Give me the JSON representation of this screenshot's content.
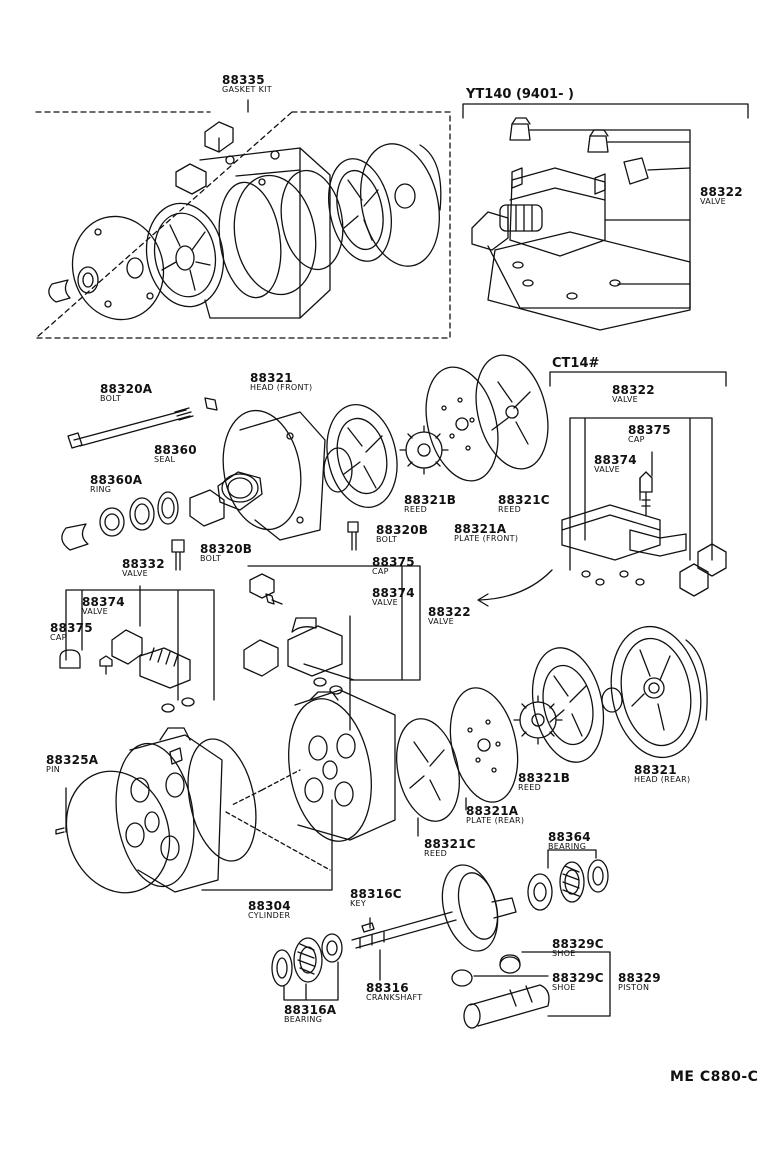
{
  "header": {
    "variant": "YT140 (9401-        )"
  },
  "cluster": {
    "variant": "CT14#"
  },
  "footer": {
    "code": "ME C880-C"
  },
  "labels": [
    {
      "key": "l01",
      "part": "88335",
      "desc": "GASKET KIT"
    },
    {
      "key": "l02",
      "part": "88322",
      "desc": "VALVE"
    },
    {
      "key": "l03",
      "part": "88320A",
      "desc": "BOLT"
    },
    {
      "key": "l04",
      "part": "88321",
      "desc": "HEAD (FRONT)"
    },
    {
      "key": "l05",
      "part": "88360",
      "desc": "SEAL"
    },
    {
      "key": "l06",
      "part": "88360A",
      "desc": "RING"
    },
    {
      "key": "l07",
      "part": "88321B",
      "desc": "REED"
    },
    {
      "key": "l08",
      "part": "88321C",
      "desc": "REED"
    },
    {
      "key": "l09",
      "part": "88321A",
      "desc": "PLATE (FRONT)"
    },
    {
      "key": "l10",
      "part": "88320B",
      "desc": "BOLT"
    },
    {
      "key": "l11",
      "part": "88320B",
      "desc": "BOLT"
    },
    {
      "key": "l12",
      "part": "88322",
      "desc": "VALVE"
    },
    {
      "key": "l13",
      "part": "88375",
      "desc": "CAP"
    },
    {
      "key": "l14",
      "part": "88374",
      "desc": "VALVE"
    },
    {
      "key": "l15",
      "part": "88332",
      "desc": "VALVE"
    },
    {
      "key": "l16",
      "part": "88375",
      "desc": "CAP"
    },
    {
      "key": "l17",
      "part": "88374",
      "desc": "VALVE"
    },
    {
      "key": "l18",
      "part": "88322",
      "desc": "VALVE"
    },
    {
      "key": "l19",
      "part": "88374",
      "desc": "VALVE"
    },
    {
      "key": "l20",
      "part": "88375",
      "desc": "CAP"
    },
    {
      "key": "l21",
      "part": "88325A",
      "desc": "PIN"
    },
    {
      "key": "l22",
      "part": "88321B",
      "desc": "REED"
    },
    {
      "key": "l23",
      "part": "88321",
      "desc": "HEAD (REAR)"
    },
    {
      "key": "l24",
      "part": "88321A",
      "desc": "PLATE (REAR)"
    },
    {
      "key": "l25",
      "part": "88321C",
      "desc": "REED"
    },
    {
      "key": "l26",
      "part": "88364",
      "desc": "BEARING"
    },
    {
      "key": "l27",
      "part": "88304",
      "desc": "CYLINDER"
    },
    {
      "key": "l28",
      "part": "88316C",
      "desc": "KEY"
    },
    {
      "key": "l29",
      "part": "88329C",
      "desc": "SHOE"
    },
    {
      "key": "l30",
      "part": "88329C",
      "desc": "SHOE"
    },
    {
      "key": "l31",
      "part": "88329",
      "desc": "PISTON"
    },
    {
      "key": "l32",
      "part": "88316",
      "desc": "CRANKSHAFT"
    },
    {
      "key": "l33",
      "part": "88316A",
      "desc": "BEARING"
    }
  ]
}
